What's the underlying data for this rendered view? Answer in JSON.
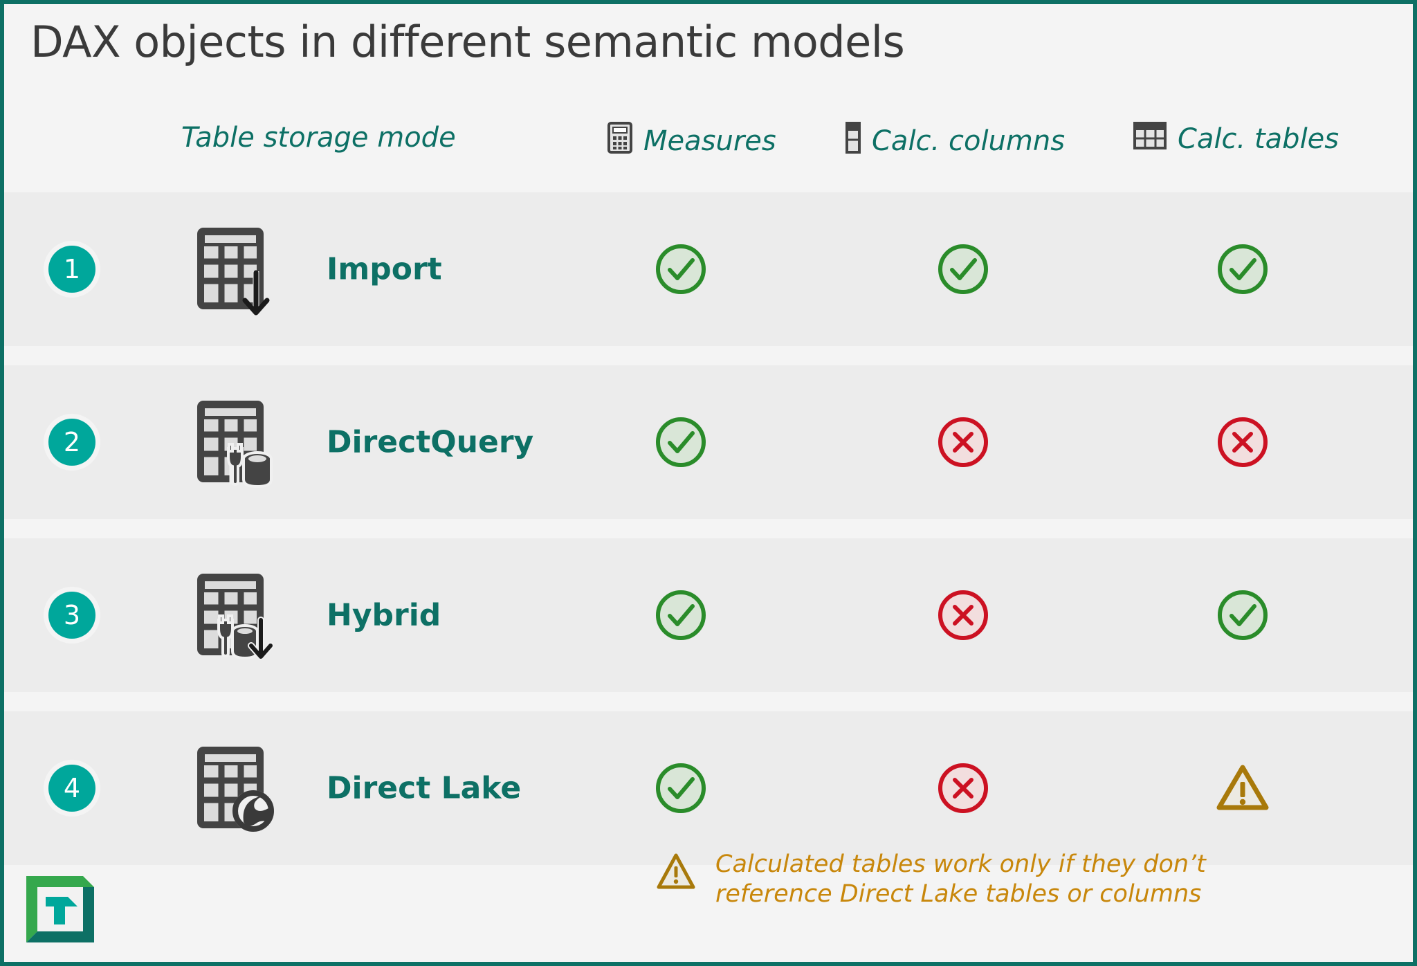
{
  "page": {
    "title": "DAX objects in different semantic models",
    "border_color": "#0d7065",
    "background": "#f4f4f4",
    "row_background": "#ececec",
    "accent_teal": "#0d7065",
    "badge_teal": "#00a79b",
    "ok_color": "#2a8c2a",
    "no_color": "#cc1122",
    "warn_color": "#a8790a"
  },
  "header": {
    "storage": {
      "label": "Table storage mode",
      "icon": ""
    },
    "measures": {
      "label": "Measures",
      "icon": "calculator-icon"
    },
    "calc_columns": {
      "label": "Calc. columns",
      "icon": "column-icon"
    },
    "calc_tables": {
      "label": "Calc. tables",
      "icon": "table-grid-icon"
    }
  },
  "rows": [
    {
      "number": "1",
      "name": "Import",
      "icon": "table-import-icon",
      "measures": "check",
      "calc_columns": "check",
      "calc_tables": "check"
    },
    {
      "number": "2",
      "name": "DirectQuery",
      "icon": "table-directquery-icon",
      "measures": "check",
      "calc_columns": "cross",
      "calc_tables": "cross"
    },
    {
      "number": "3",
      "name": "Hybrid",
      "icon": "table-hybrid-icon",
      "measures": "check",
      "calc_columns": "cross",
      "calc_tables": "check"
    },
    {
      "number": "4",
      "name": "Direct Lake",
      "icon": "table-directlake-icon",
      "measures": "check",
      "calc_columns": "cross",
      "calc_tables": "warning"
    }
  ],
  "footnote": {
    "icon": "warning-triangle-icon",
    "text": "Calculated tables work only if they don’t\nreference Direct Lake tables or columns"
  },
  "logo": {
    "name": "tabular-editor-logo",
    "letter": "T"
  }
}
